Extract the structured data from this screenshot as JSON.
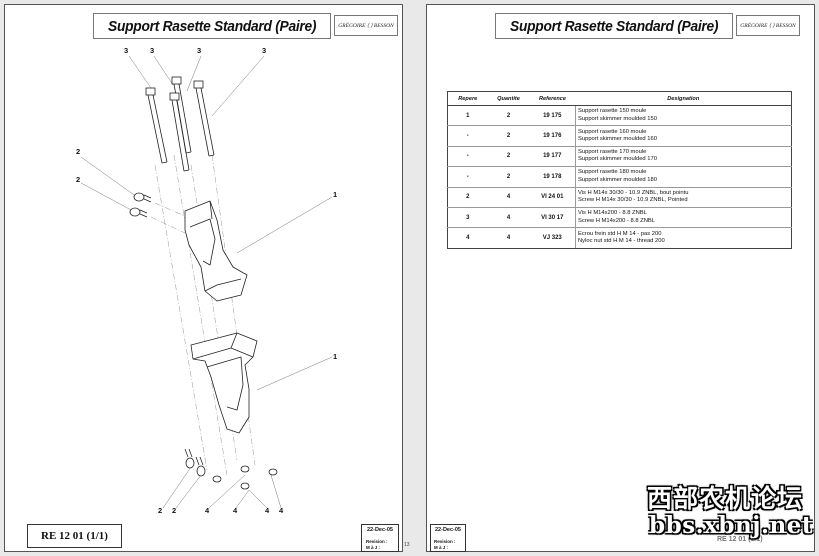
{
  "left_page": {
    "title": "Support Rasette Standard  (Paire)",
    "logo_text": "GRÉGOIRE ⟨ ⟩ BESSON",
    "callouts": {
      "bolt_1": "3",
      "bolt_2": "3",
      "bolt_3": "3",
      "bolt_4": "3",
      "screw_upper": "2",
      "screw_lower": "2",
      "support_upper": "1",
      "support_lower": "1",
      "bottom_a": "2",
      "bottom_b": "2",
      "bottom_c": "4",
      "bottom_d": "4",
      "bottom_e": "4",
      "bottom_f": "4"
    },
    "document_id": "RE 12 01 (1/1)",
    "date": "22-Dec-05",
    "revision_label": "Revision :",
    "maj_label": "M à J :"
  },
  "page_number": "13",
  "right_page": {
    "title": "Support Rasette Standard  (Paire)",
    "logo_text": "GRÉGOIRE ⟨ ⟩ BESSON",
    "table": {
      "headers": [
        "Repere",
        "Quantite",
        "Reference",
        "Designation"
      ],
      "rows": [
        {
          "repere": "1",
          "quantite": "2",
          "reference": "19 175",
          "designation_fr": "Support rasette 150 moule",
          "designation_en": "Support skimmer moulded 150"
        },
        {
          "repere": "-",
          "quantite": "2",
          "reference": "19 176",
          "designation_fr": "Support rasette 160 moule",
          "designation_en": "Support skimmer moulded 160"
        },
        {
          "repere": "-",
          "quantite": "2",
          "reference": "19 177",
          "designation_fr": "Support rasette 170 moule",
          "designation_en": "Support skimmer moulded 170"
        },
        {
          "repere": "-",
          "quantite": "2",
          "reference": "19 178",
          "designation_fr": "Support rasette 180 moule",
          "designation_en": "Support skimmer moulded 180"
        },
        {
          "repere": "2",
          "quantite": "4",
          "reference": "VI 24 01",
          "designation_fr": "Vis H M14x 30/30 - 10.9 ZNBL, bout pointu",
          "designation_en": "Screw H M14x 30/30 - 10.9 ZNBL, Pointed"
        },
        {
          "repere": "3",
          "quantite": "4",
          "reference": "VI 30 17",
          "designation_fr": "Vis H M14x200 - 8.8 ZNBL",
          "designation_en": "Screw H M14x200 - 8.8 ZNBL"
        },
        {
          "repere": "4",
          "quantite": "4",
          "reference": "VJ 323",
          "designation_fr": "Ecrou frein  std H   M 14 - pas 200",
          "designation_en": "Nyloc nut  std H   M 14 - thread 200"
        }
      ]
    },
    "date": "22-Dec-05",
    "revision_label": "Revision :",
    "maj_label": "M à J :",
    "document_id_partial": "RE 12 01 (1/1)"
  },
  "watermark": {
    "chinese": "西部农机论坛",
    "url": "bbs.xbnj.net"
  }
}
